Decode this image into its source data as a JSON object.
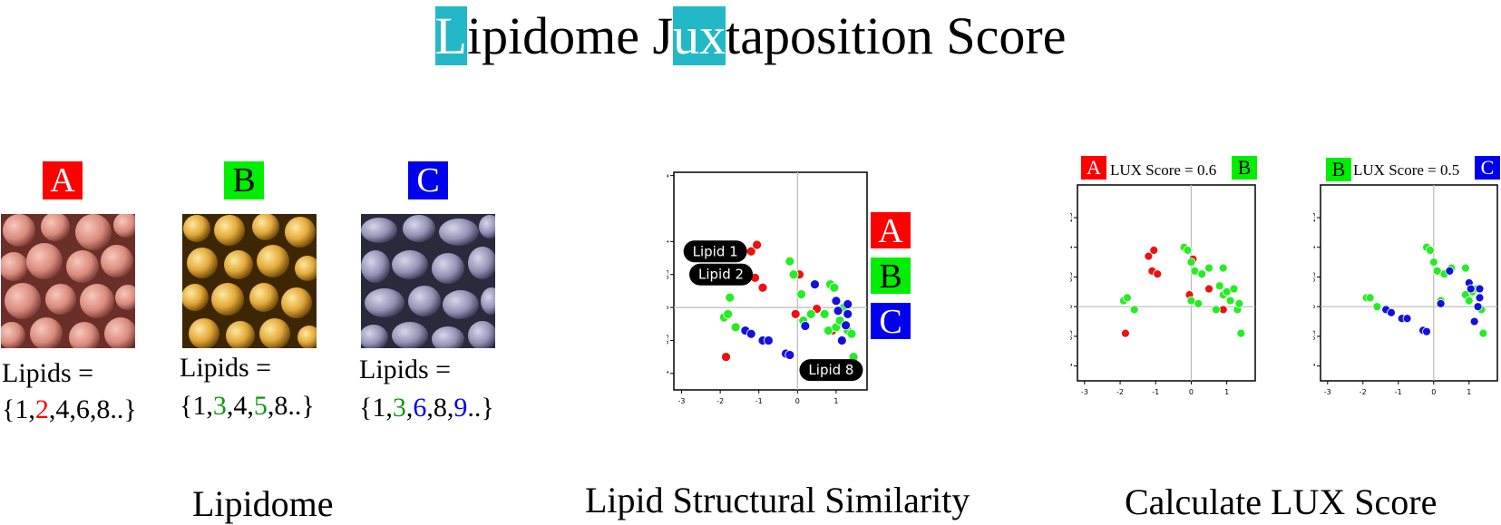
{
  "title": {
    "c1": "L",
    "t1": "ipidome J",
    "c2": "ux",
    "t2": "taposition Score"
  },
  "colors": {
    "red": "#ff0000",
    "green": "#00ee00",
    "blue": "#0000ee",
    "title_highlight": "#22b8c8",
    "dot_red": "#ee1111",
    "dot_green": "#22ee22",
    "dot_blue": "#1111dd"
  },
  "organisms": [
    {
      "letter": "A",
      "lipids_label": "Lipids =",
      "set": [
        {
          "t": "{1,"
        },
        {
          "t": "2",
          "c": "red"
        },
        {
          "t": ",4,6,8..}"
        }
      ]
    },
    {
      "letter": "B",
      "lipids_label": "Lipids =",
      "set": [
        {
          "t": "{1,"
        },
        {
          "t": "3",
          "c": "green"
        },
        {
          "t": ",4,"
        },
        {
          "t": "5",
          "c": "green"
        },
        {
          "t": ",8..}"
        }
      ]
    },
    {
      "letter": "C",
      "lipids_label": "Lipids =",
      "set": [
        {
          "t": "{1,"
        },
        {
          "t": "3",
          "c": "green"
        },
        {
          "t": ","
        },
        {
          "t": "6",
          "c": "blue"
        },
        {
          "t": ",8,"
        },
        {
          "t": "9",
          "c": "blue"
        },
        {
          "t": "..}"
        }
      ]
    }
  ],
  "sections": {
    "lipidome": "Lipidome",
    "similarity": "Lipid Structural Similarity",
    "lux": "Calculate LUX Score"
  },
  "legend": [
    "A",
    "B",
    "C"
  ],
  "lipid_tags": [
    "Lipid 1",
    "Lipid 2",
    "Lipid 8"
  ],
  "lux_pairs": [
    {
      "left": "A",
      "label": "LUX Score = 0.6",
      "right": "B"
    },
    {
      "left": "B",
      "label": "LUX Score = 0.5",
      "right": "C"
    }
  ],
  "chart_data": [
    {
      "type": "scatter",
      "name_hidden": "",
      "xlim": [
        -3.2,
        1.8
      ],
      "ylim": [
        -1.25,
        2.05
      ],
      "xticks": [
        "-3",
        "-2",
        "-1",
        "0",
        "1"
      ],
      "yticks": [
        "-1",
        "-0.5",
        "0",
        "0.5",
        "1",
        "2"
      ],
      "series": [
        {
          "color": "red",
          "points": [
            [
              -1.2,
              0.85
            ],
            [
              -1.05,
              0.95
            ],
            [
              -1.1,
              0.45
            ],
            [
              -0.9,
              0.3
            ],
            [
              0.05,
              0.5
            ],
            [
              -0.05,
              -0.1
            ],
            [
              0.5,
              -0.02
            ],
            [
              0.9,
              -0.35
            ],
            [
              -1.85,
              -0.75
            ]
          ]
        },
        {
          "color": "green",
          "points": [
            [
              -1.9,
              -0.15
            ],
            [
              -1.8,
              -0.1
            ],
            [
              -1.6,
              -0.3
            ],
            [
              -1.75,
              0.15
            ],
            [
              -0.2,
              0.7
            ],
            [
              -0.1,
              0.5
            ],
            [
              0.1,
              0.2
            ],
            [
              0.35,
              -0.1
            ],
            [
              0.15,
              -0.2
            ],
            [
              0.85,
              0.35
            ],
            [
              0.95,
              0.3
            ],
            [
              0.7,
              -0.1
            ],
            [
              0.8,
              -0.35
            ],
            [
              1.0,
              -0.3
            ],
            [
              1.1,
              -0.2
            ],
            [
              1.3,
              -0.35
            ],
            [
              1.4,
              -0.4
            ],
            [
              1.2,
              0.0
            ],
            [
              1.45,
              -0.75
            ]
          ]
        },
        {
          "color": "blue",
          "points": [
            [
              -1.35,
              -0.35
            ],
            [
              -1.2,
              -0.4
            ],
            [
              -0.9,
              -0.5
            ],
            [
              -0.75,
              -0.5
            ],
            [
              -0.3,
              -0.7
            ],
            [
              -0.2,
              -0.72
            ],
            [
              0.45,
              0.35
            ],
            [
              0.2,
              -0.28
            ],
            [
              1.0,
              0.1
            ],
            [
              1.05,
              -0.05
            ],
            [
              1.3,
              0.05
            ],
            [
              1.3,
              -0.1
            ],
            [
              1.25,
              -0.27
            ],
            [
              1.15,
              -0.5
            ]
          ]
        }
      ]
    },
    {
      "type": "scatter",
      "xlim": [
        -3.2,
        1.8
      ],
      "ylim": [
        -1.25,
        2.05
      ],
      "xticks": [
        "-3",
        "-2",
        "-1",
        "0",
        "1"
      ],
      "yticks": [
        "-1",
        "-0.5",
        "0",
        "0.5",
        "1",
        "1.5"
      ],
      "series": [
        {
          "color": "red",
          "points": [
            [
              -1.2,
              0.85
            ],
            [
              -1.05,
              0.95
            ],
            [
              -1.1,
              0.6
            ],
            [
              -0.95,
              0.55
            ],
            [
              0.05,
              0.8
            ],
            [
              -0.05,
              0.2
            ],
            [
              0.5,
              0.3
            ],
            [
              0.9,
              -0.05
            ],
            [
              -1.85,
              -0.45
            ]
          ]
        },
        {
          "color": "green",
          "points": [
            [
              -1.9,
              0.1
            ],
            [
              -1.8,
              0.15
            ],
            [
              -1.6,
              -0.05
            ],
            [
              -0.2,
              1.0
            ],
            [
              -0.1,
              0.95
            ],
            [
              0.0,
              0.75
            ],
            [
              0.1,
              0.6
            ],
            [
              0.3,
              0.55
            ],
            [
              0.5,
              0.65
            ],
            [
              0.9,
              0.65
            ],
            [
              0.8,
              0.35
            ],
            [
              0.0,
              0.1
            ],
            [
              0.2,
              0.05
            ],
            [
              0.9,
              0.2
            ],
            [
              1.0,
              0.25
            ],
            [
              1.1,
              0.1
            ],
            [
              1.2,
              0.3
            ],
            [
              1.3,
              -0.05
            ],
            [
              1.35,
              0.05
            ],
            [
              0.7,
              -0.05
            ],
            [
              1.4,
              -0.45
            ]
          ]
        }
      ]
    },
    {
      "type": "scatter",
      "xlim": [
        -3.2,
        1.8
      ],
      "ylim": [
        -1.25,
        2.05
      ],
      "xticks": [
        "-3",
        "-2",
        "-1",
        "0",
        "1"
      ],
      "yticks": [
        "-1",
        "-0.5",
        "0",
        "0.5",
        "1",
        "1.5"
      ],
      "series": [
        {
          "color": "green",
          "points": [
            [
              -1.9,
              0.15
            ],
            [
              -1.8,
              0.15
            ],
            [
              -1.6,
              0.0
            ],
            [
              -0.2,
              1.0
            ],
            [
              -0.1,
              0.95
            ],
            [
              0.0,
              0.75
            ],
            [
              0.1,
              0.6
            ],
            [
              0.3,
              0.55
            ],
            [
              0.5,
              0.65
            ],
            [
              0.9,
              0.65
            ],
            [
              0.9,
              0.2
            ],
            [
              1.0,
              0.1
            ],
            [
              1.1,
              0.25
            ],
            [
              1.2,
              0.3
            ],
            [
              1.35,
              -0.05
            ],
            [
              0.2,
              0.1
            ],
            [
              1.4,
              -0.45
            ]
          ]
        },
        {
          "color": "blue",
          "points": [
            [
              -1.35,
              -0.05
            ],
            [
              -1.2,
              -0.1
            ],
            [
              -0.9,
              -0.2
            ],
            [
              -0.75,
              -0.2
            ],
            [
              -0.3,
              -0.4
            ],
            [
              -0.2,
              -0.42
            ],
            [
              0.45,
              0.6
            ],
            [
              0.2,
              0.05
            ],
            [
              1.0,
              0.4
            ],
            [
              1.05,
              0.3
            ],
            [
              1.3,
              0.3
            ],
            [
              1.3,
              0.15
            ],
            [
              1.25,
              0.0
            ],
            [
              1.15,
              -0.25
            ]
          ]
        }
      ]
    }
  ]
}
